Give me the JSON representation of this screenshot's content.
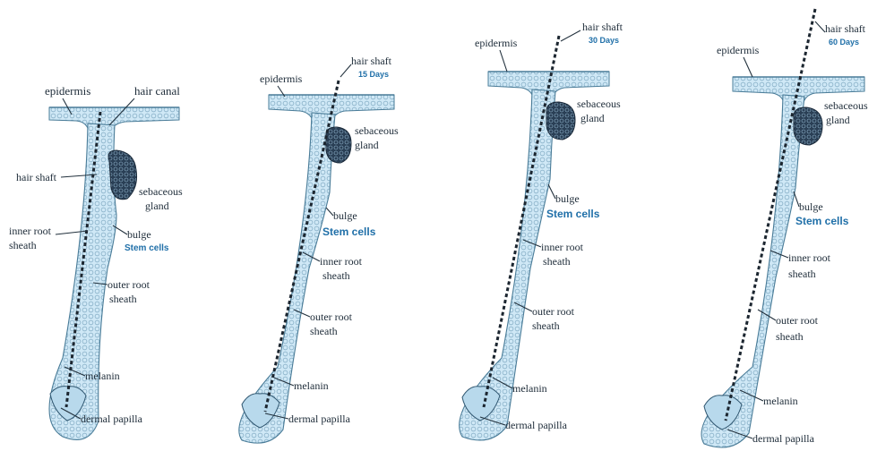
{
  "colors": {
    "tissue_fill": "#cfe8f6",
    "tissue_stroke": "#4a7c98",
    "cell_dots": "#7fa9c2",
    "gland": "#2a3f55",
    "hair_shaft": "#1c2630",
    "label_text": "#1d2b38",
    "accent_blue": "#1f6fa8"
  },
  "panels": [
    {
      "epidermis": "epidermis",
      "hair_canal": "hair canal",
      "hair_shaft": "hair shaft",
      "sebaceous_line1": "sebaceous",
      "sebaceous_line2": "gland",
      "inner_root_line1": "inner root",
      "inner_root_line2": "sheath",
      "bulge": "bulge",
      "stem_cells": "Stem cells",
      "outer_root_line1": "outer root",
      "outer_root_line2": "sheath",
      "melanin": "melanin",
      "dermal_papilla": "dermal papilla"
    },
    {
      "epidermis": "epidermis",
      "hair_shaft": "hair shaft",
      "days": "15 Days",
      "sebaceous_line1": "sebaceous",
      "sebaceous_line2": "gland",
      "bulge": "bulge",
      "stem_cells": "Stem cells",
      "inner_root_line1": "inner root",
      "inner_root_line2": "sheath",
      "outer_root_line1": "outer root",
      "outer_root_line2": "sheath",
      "melanin": "melanin",
      "dermal_papilla": "dermal papilla"
    },
    {
      "epidermis": "epidermis",
      "hair_shaft": "hair shaft",
      "days": "30 Days",
      "sebaceous_line1": "sebaceous",
      "sebaceous_line2": "gland",
      "bulge": "bulge",
      "stem_cells": "Stem cells",
      "inner_root_line1": "inner root",
      "inner_root_line2": "sheath",
      "outer_root_line1": "outer root",
      "outer_root_line2": "sheath",
      "melanin": "melanin",
      "dermal_papilla": "dermal papilla"
    },
    {
      "epidermis": "epidermis",
      "hair_shaft": "hair shaft",
      "days": "60 Days",
      "sebaceous_line1": "sebaceous",
      "sebaceous_line2": "gland",
      "bulge": "bulge",
      "stem_cells": "Stem cells",
      "inner_root_line1": "inner root",
      "inner_root_line2": "sheath",
      "outer_root_line1": "outer root",
      "outer_root_line2": "sheath",
      "melanin": "melanin",
      "dermal_papilla": "dermal papilla"
    }
  ]
}
